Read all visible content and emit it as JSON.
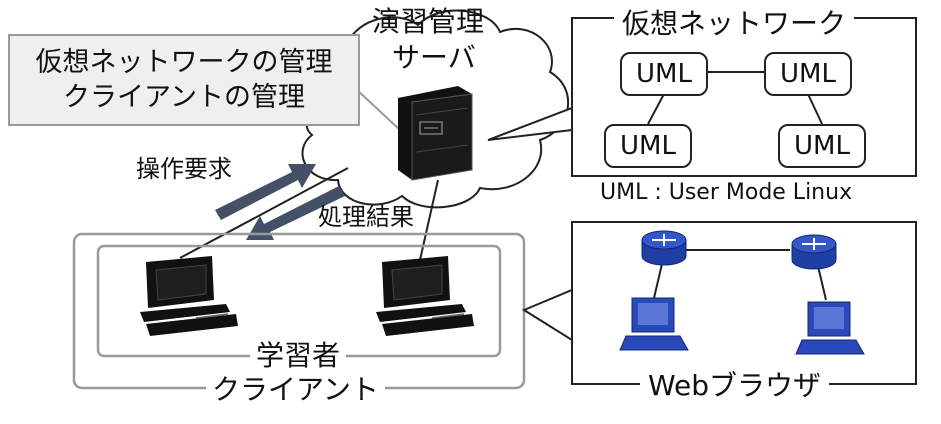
{
  "callout": {
    "line1": "仮想ネットワークの管理",
    "line2": "クライアントの管理"
  },
  "server": {
    "line1": "演習管理",
    "line2": "サーバ"
  },
  "virtual_network": {
    "title": "仮想ネットワーク",
    "nodes": [
      "UML",
      "UML",
      "UML",
      "UML"
    ],
    "footnote": "UML : User Mode Linux"
  },
  "arrows": {
    "request": "操作要求",
    "result": "処理結果"
  },
  "clients": {
    "inner_label": "学習者",
    "outer_label": "クライアント"
  },
  "browser_panel": {
    "title": "Webブラウザ"
  }
}
